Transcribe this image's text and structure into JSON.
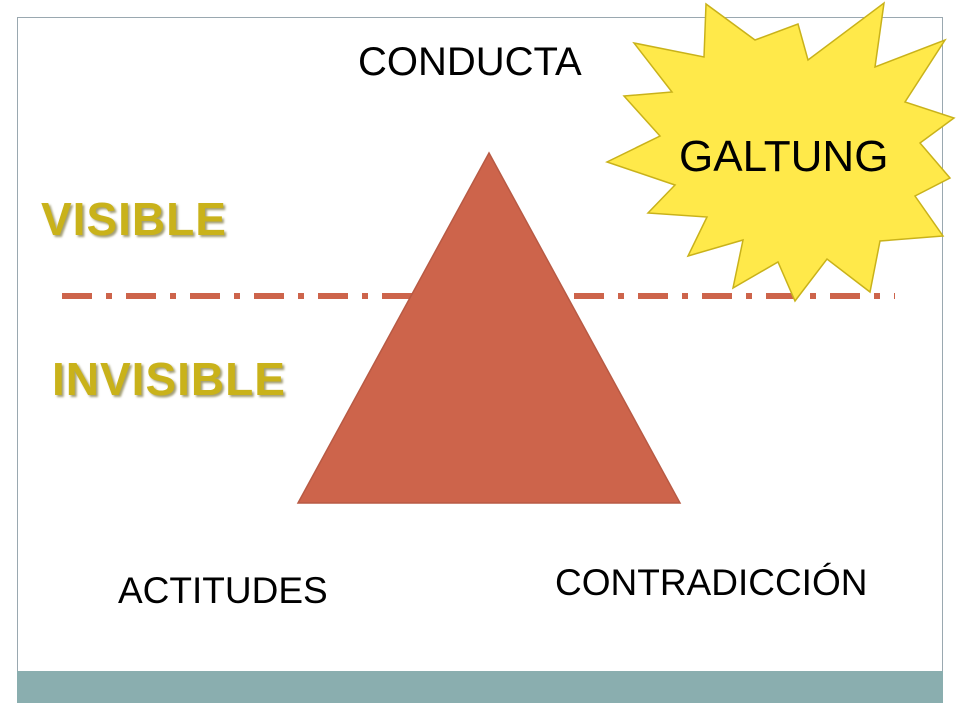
{
  "labels": {
    "conducta": "CONDUCTA",
    "actitudes": "ACTITUDES",
    "contradiccion": "CONTRADICCIÓN",
    "galtung": "GALTUNG",
    "visible": "VISIBLE",
    "invisible": "INVISIBLE"
  },
  "colors": {
    "triangle": "#cd644b",
    "triangle_stroke": "#b85a44",
    "dash_line": "#cd644b",
    "burst_fill": "#ffe94a",
    "burst_stroke": "#c9b21a",
    "zone_text": "#c9b21a",
    "footer_bar": "#8aaeaf"
  }
}
